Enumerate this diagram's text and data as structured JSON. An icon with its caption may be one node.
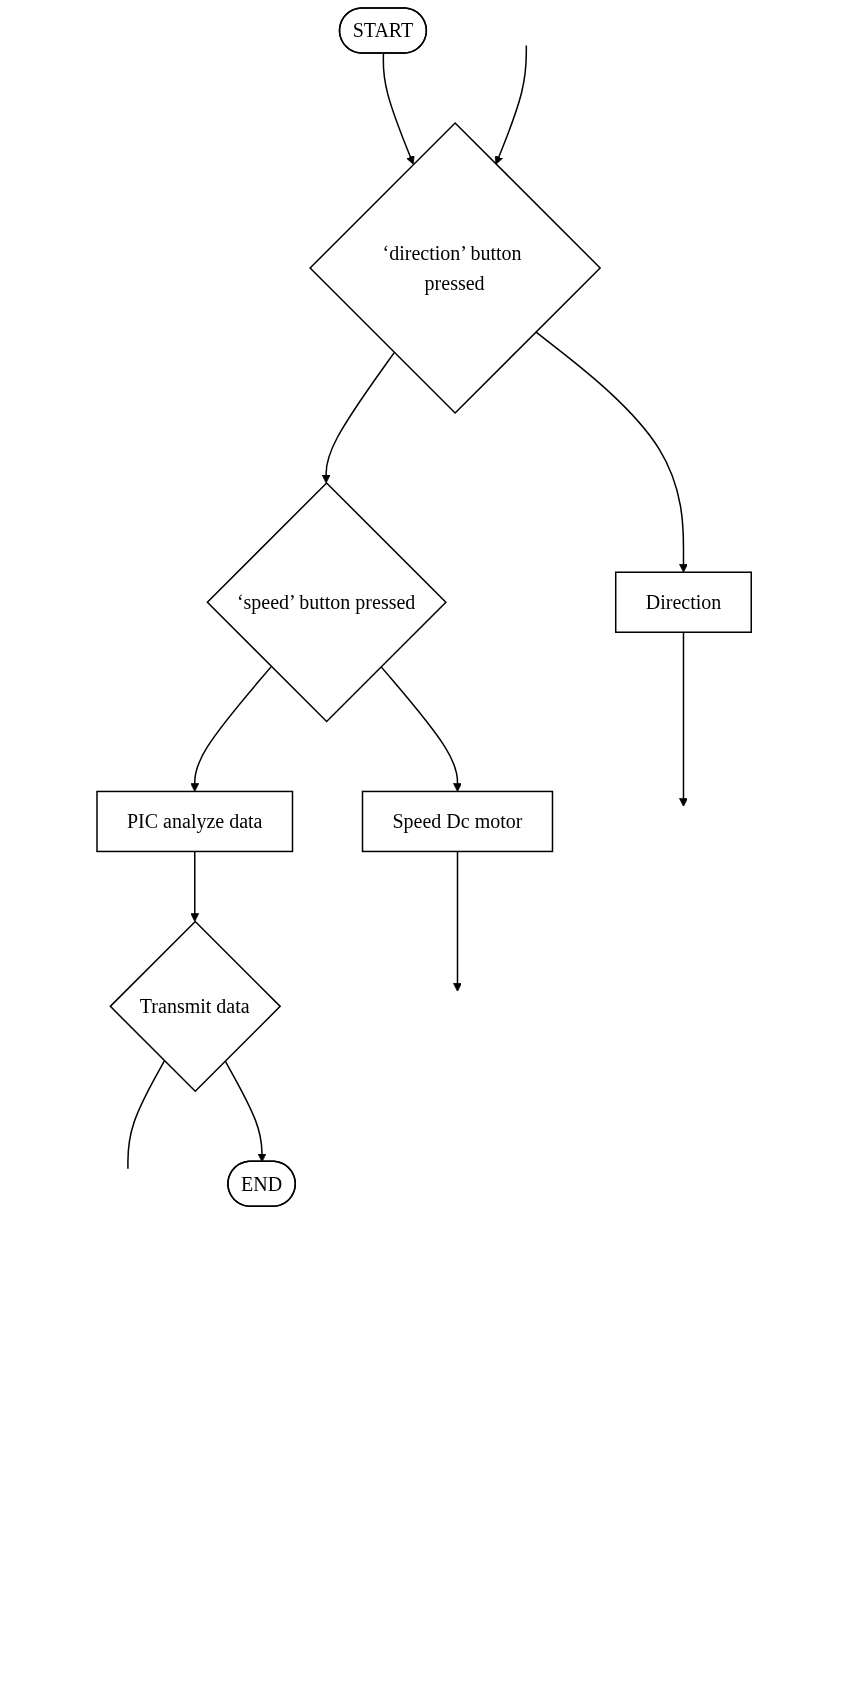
{
  "diagram": {
    "nodes": [
      {
        "text": [
          "START"
        ]
      },
      {
        "text": [
          "‘direction’ button pressed"
        ]
      },
      {
        "text": [
          "Direction"
        ]
      },
      {
        "text": [
          "‘speed’ button pressed"
        ]
      },
      {
        "text": [
          "Speed Dc motor"
        ]
      },
      {
        "text": [
          "PIC analyze data"
        ]
      },
      {
        "text": [
          "Transmit data"
        ]
      },
      {
        "text": [
          "END"
        ]
      }
    ],
    "edges": [
      {
        "from": 0,
        "to": 1,
        "arrow": "to"
      },
      {
        "from": null,
        "to": 1,
        "arrow": "to"
      },
      {
        "from": 1,
        "to": 2,
        "arrow": "to"
      },
      {
        "from": 2,
        "to": null,
        "arrow": "to"
      },
      {
        "from": 1,
        "to": 3,
        "arrow": "to"
      },
      {
        "from": 3,
        "to": 4,
        "arrow": "to"
      },
      {
        "from": 4,
        "to": null,
        "arrow": "to"
      },
      {
        "from": 3,
        "to": 5,
        "arrow": "to"
      },
      {
        "from": 5,
        "to": 6,
        "arrow": "to"
      },
      {
        "from": 6,
        "to": null,
        "arrow": "none"
      },
      {
        "from": 6,
        "to": 7,
        "arrow": "to"
      }
    ]
  }
}
